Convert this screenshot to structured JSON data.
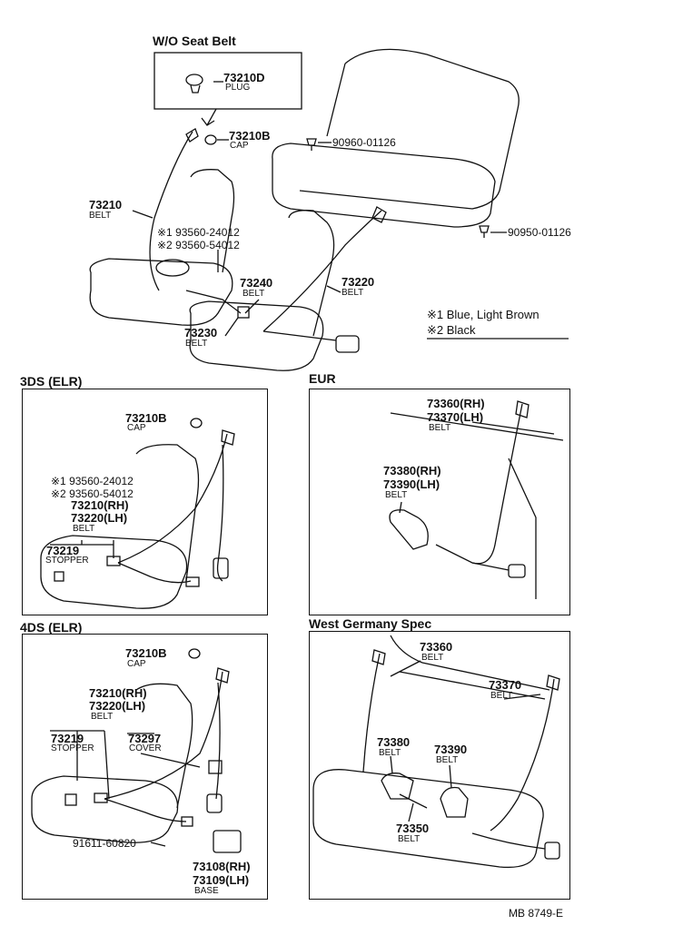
{
  "top": {
    "title": "W/O Seat Belt",
    "plug_part": "73210D",
    "plug_label": "PLUG",
    "cap_part": "73210B",
    "cap_label": "CAP",
    "bolt1": "90960-01126",
    "bolt2": "90950-01126",
    "belt_part": "73210",
    "belt_label": "BELT",
    "note1_part": "※1 93560-24012",
    "note2_part": "※2 93560-54012",
    "part_73240": "73240",
    "label_73240": "BELT",
    "part_73220": "73220",
    "label_73220": "BELT",
    "part_73230": "73230",
    "label_73230": "BELT",
    "legend1": "※1 Blue, Light Brown",
    "legend2": "※2 Black"
  },
  "ds3": {
    "title": "3DS (ELR)",
    "cap_part": "73210B",
    "cap_label": "CAP",
    "note1": "※1 93560-24012",
    "note2": "※2 93560-54012",
    "belt_rh": "73210(RH)",
    "belt_lh": "73220(LH)",
    "belt_label": "BELT",
    "stopper_part": "73219",
    "stopper_label": "STOPPER"
  },
  "eur": {
    "title": "EUR",
    "rh": "73360(RH)",
    "lh": "73370(LH)",
    "label1": "BELT",
    "rh2": "73380(RH)",
    "lh2": "73390(LH)",
    "label2": "BELT"
  },
  "ds4": {
    "title": "4DS (ELR)",
    "cap_part": "73210B",
    "cap_label": "CAP",
    "belt_rh": "73210(RH)",
    "belt_lh": "73220(LH)",
    "belt_label": "BELT",
    "stopper_part": "73219",
    "stopper_label": "STOPPER",
    "cover_part": "73297",
    "cover_label": "COVER",
    "bolt": "91611-60820",
    "base_rh": "73108(RH)",
    "base_lh": "73109(LH)",
    "base_label": "BASE"
  },
  "wg": {
    "title": "West Germany Spec",
    "p1": "73360",
    "l1": "BELT",
    "p2": "73370",
    "l2": "BELT",
    "p3": "73380",
    "l3": "BELT",
    "p4": "73390",
    "l4": "BELT",
    "p5": "73350",
    "l5": "BELT"
  },
  "footer": {
    "code": "MB 8749-E"
  }
}
